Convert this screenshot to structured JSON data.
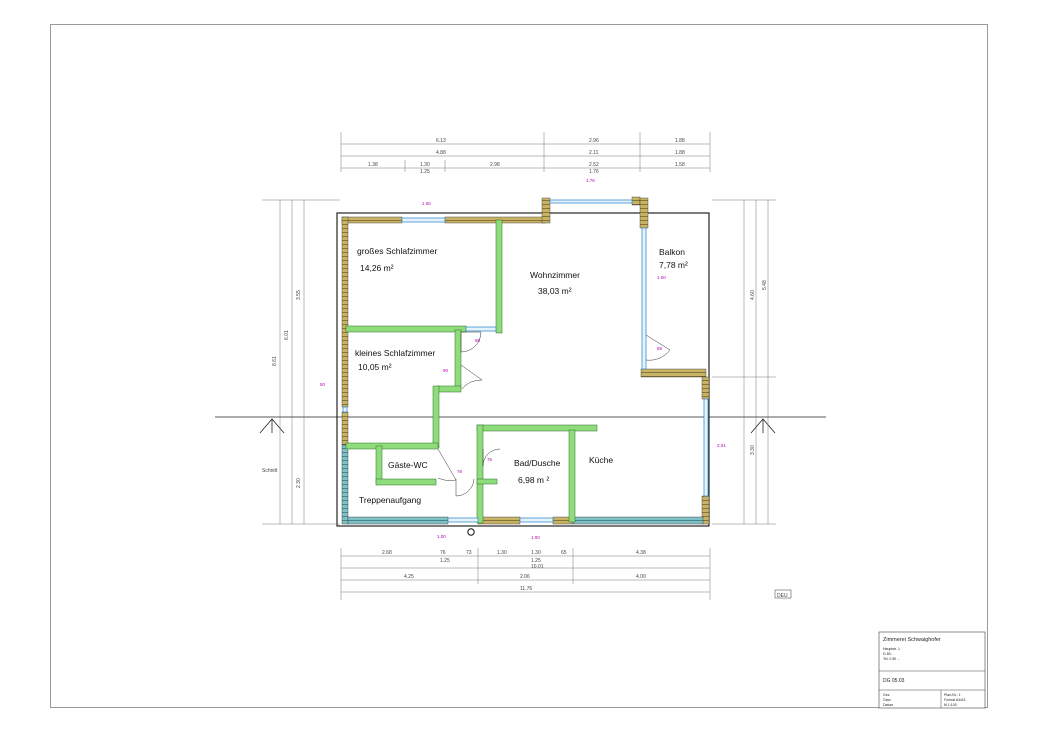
{
  "plan": {
    "rooms": [
      {
        "name": "großes Schlafzimmer",
        "area": "14,26 m²"
      },
      {
        "name": "Wohnzimmer",
        "area": "38,03 m²"
      },
      {
        "name": "Balkon",
        "area": "7,78 m²"
      },
      {
        "name": "kleines Schlafzimmer",
        "area": "10,05 m²"
      },
      {
        "name": "Gäste-WC",
        "area": ""
      },
      {
        "name": "Bad/Dusche",
        "area": "6,98 m ²"
      },
      {
        "name": "Küche",
        "area": ""
      },
      {
        "name": "Treppenaufgang",
        "area": ""
      }
    ],
    "north_label": "Schnitt",
    "view_tag": "DEU"
  },
  "dimensions": {
    "top_row1": [
      "6.13",
      "2.96",
      "1.88"
    ],
    "top_row2": [
      "4.88",
      "2.11",
      "1.88"
    ],
    "top_row3": [
      "1.38",
      "1.30",
      "2.98",
      "2.52",
      "1.58"
    ],
    "top_sub": [
      "1.25",
      "1.76"
    ],
    "bottom_row1": [
      "2.68",
      "76",
      "73",
      "1.30",
      "1.30",
      "65",
      "4.38"
    ],
    "bottom_row2": [
      "1.25",
      "1.25",
      "10.01"
    ],
    "bottom_row3": [
      "4.25",
      "2.06",
      "4.00"
    ],
    "bottom_total": "11.76",
    "left": [
      "8.61",
      "6.01",
      "3.55",
      "2.30"
    ],
    "right": [
      "5.48",
      "4.60",
      "3.30"
    ]
  },
  "title_block": {
    "header": "Zimmerei Schwaighofer",
    "address_lines": [
      "Hauptstr. 1",
      "D-83...",
      "Tel. 0 80 ..."
    ],
    "drawing_no": "DG 05.03",
    "footer_left": [
      "Gez.",
      "Gepr.",
      "Datum"
    ],
    "footer_right": [
      "Plan-Nr.: 1",
      "Format A4/A3",
      "M 1:100"
    ]
  }
}
